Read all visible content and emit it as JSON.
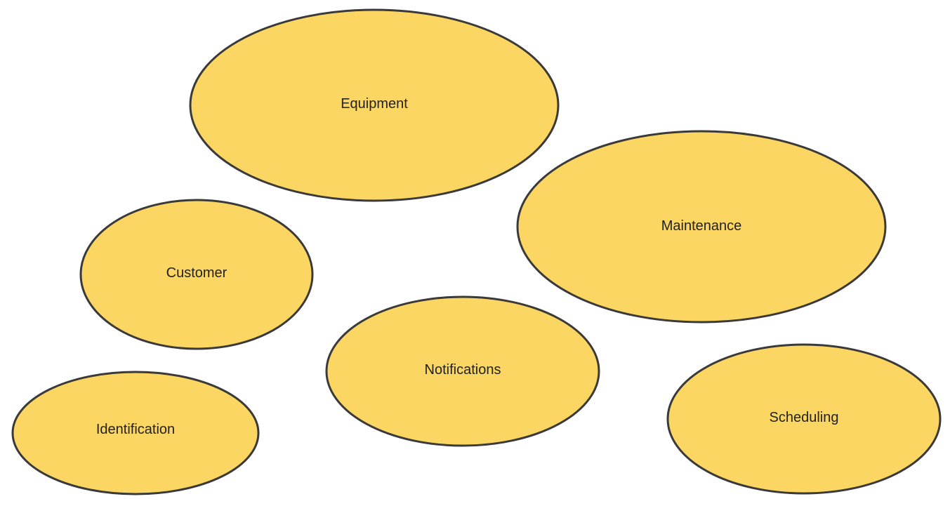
{
  "diagram": {
    "style": {
      "fill_color": "#fcd662",
      "stroke_color": "#3a3a3a",
      "text_color": "#222222",
      "background_color": "#ffffff"
    },
    "nodes": [
      {
        "id": "equipment",
        "label": "Equipment"
      },
      {
        "id": "maintenance",
        "label": "Maintenance"
      },
      {
        "id": "customer",
        "label": "Customer"
      },
      {
        "id": "notifications",
        "label": "Notifications"
      },
      {
        "id": "identification",
        "label": "Identification"
      },
      {
        "id": "scheduling",
        "label": "Scheduling"
      }
    ]
  }
}
